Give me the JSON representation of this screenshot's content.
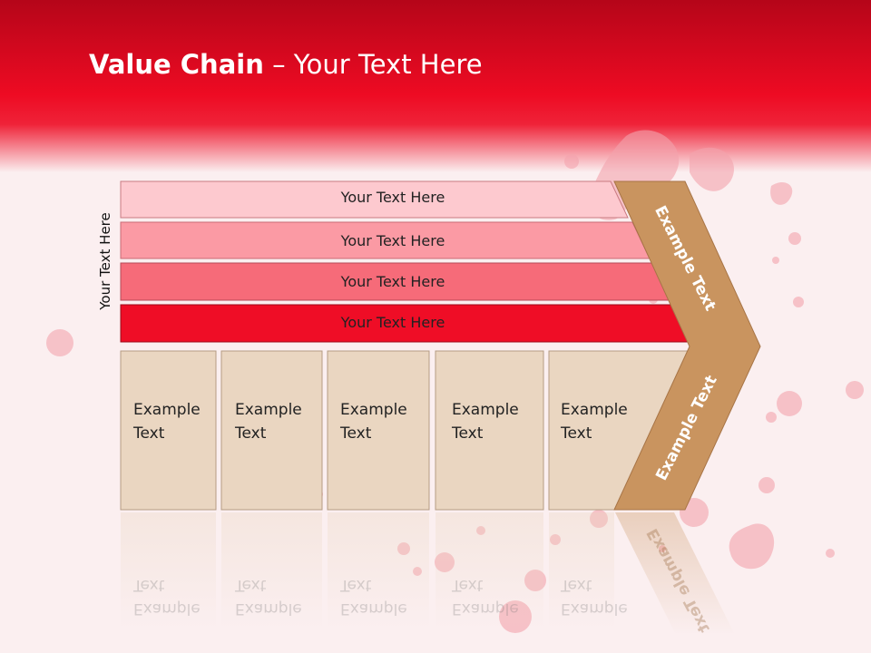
{
  "title": {
    "bold": "Value Chain",
    "rest": " – Your Text Here"
  },
  "side_label": "Your Text Here",
  "layers": [
    {
      "text": "Your Text Here",
      "color": "#fdc9cf"
    },
    {
      "text": "Your Text Here",
      "color": "#fb9aa4"
    },
    {
      "text": "Your Text Here",
      "color": "#f66b79"
    },
    {
      "text": "Your Text Here",
      "color": "#ef0d26"
    }
  ],
  "activities": [
    {
      "line1": "Example",
      "line2": "Text"
    },
    {
      "line1": "Example",
      "line2": "Text"
    },
    {
      "line1": "Example",
      "line2": "Text"
    },
    {
      "line1": "Example",
      "line2": "Text"
    },
    {
      "line1": "Example",
      "line2": "Text"
    }
  ],
  "chevron": {
    "upper_text": "Example Text",
    "lower_text": "Example Text",
    "color": "#c9945f"
  },
  "colors": {
    "header": "#e8061f",
    "cell": "#ead6c1",
    "background": "#fbeff0"
  }
}
